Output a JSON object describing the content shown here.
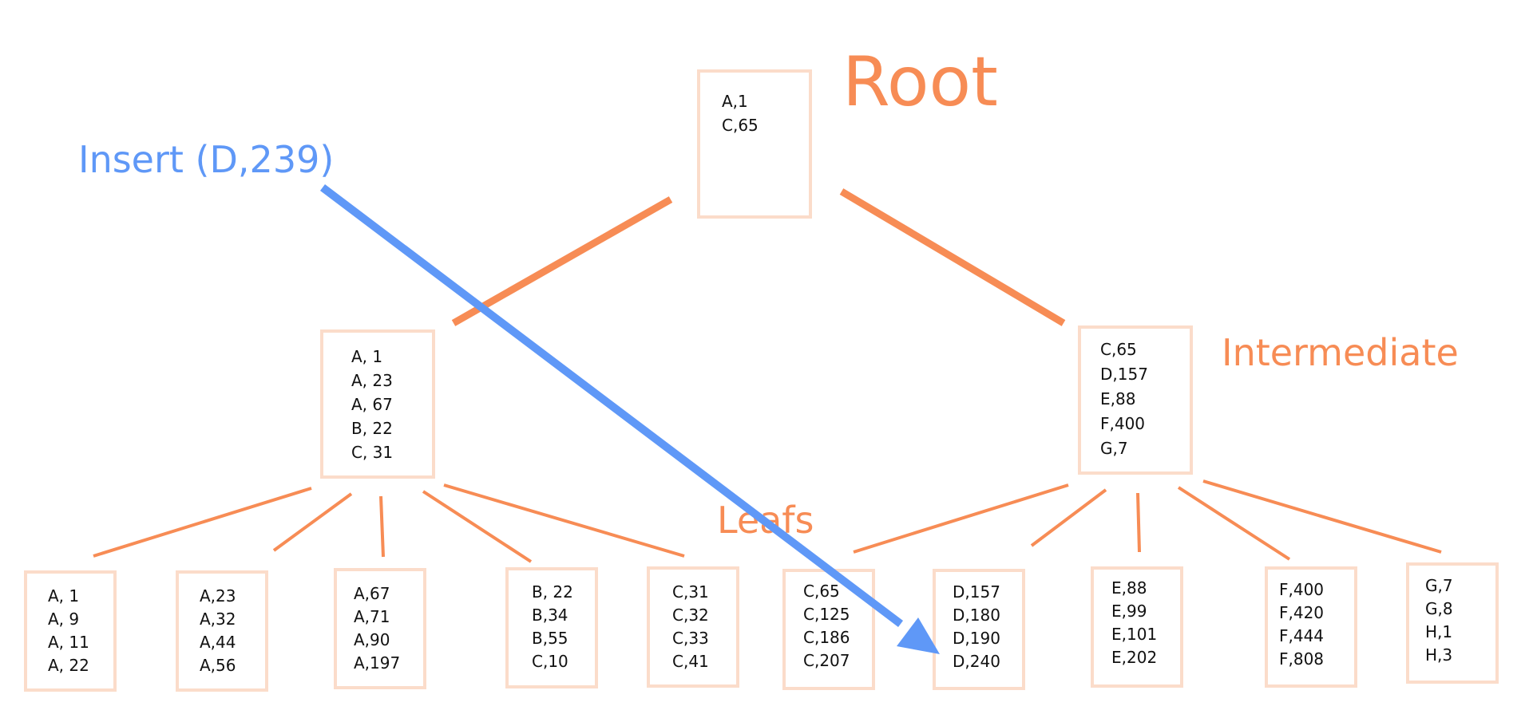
{
  "colors": {
    "accent": "#f78c55",
    "box_border": "#fbdcca",
    "insert": "#5f98f7",
    "text": "#111111",
    "background": "#ffffff"
  },
  "labels": {
    "root": "Root",
    "intermediate": "Intermediate",
    "leafs": "Leafs",
    "insert": "Insert (D,239)"
  },
  "root": {
    "entries": [
      "A,1",
      "C,65"
    ]
  },
  "intermediates": [
    {
      "entries": [
        "A, 1",
        "A, 23",
        "A, 67",
        "B, 22",
        "C, 31"
      ]
    },
    {
      "entries": [
        "C,65",
        "D,157",
        "E,88",
        "F,400",
        "G,7"
      ]
    }
  ],
  "leaves": [
    {
      "entries": [
        "A, 1",
        "A, 9",
        "A, 11",
        "A, 22"
      ]
    },
    {
      "entries": [
        "A,23",
        "A,32",
        "A,44",
        "A,56"
      ]
    },
    {
      "entries": [
        "A,67",
        "A,71",
        "A,90",
        "A,197"
      ]
    },
    {
      "entries": [
        "B, 22",
        "B,34",
        "B,55",
        "C,10"
      ]
    },
    {
      "entries": [
        "C,31",
        "C,32",
        "C,33",
        "C,41"
      ]
    },
    {
      "entries": [
        "C,65",
        "C,125",
        "C,186",
        "C,207"
      ]
    },
    {
      "entries": [
        "D,157",
        "D,180",
        "D,190",
        "D,240"
      ]
    },
    {
      "entries": [
        "E,88",
        "E,99",
        "E,101",
        "E,202"
      ]
    },
    {
      "entries": [
        "F,400",
        "F,420",
        "F,444",
        "F,808"
      ]
    },
    {
      "entries": [
        "G,7",
        "G,8",
        "H,1",
        "H,3"
      ]
    }
  ],
  "insert_target": {
    "leaf_index": 6
  }
}
